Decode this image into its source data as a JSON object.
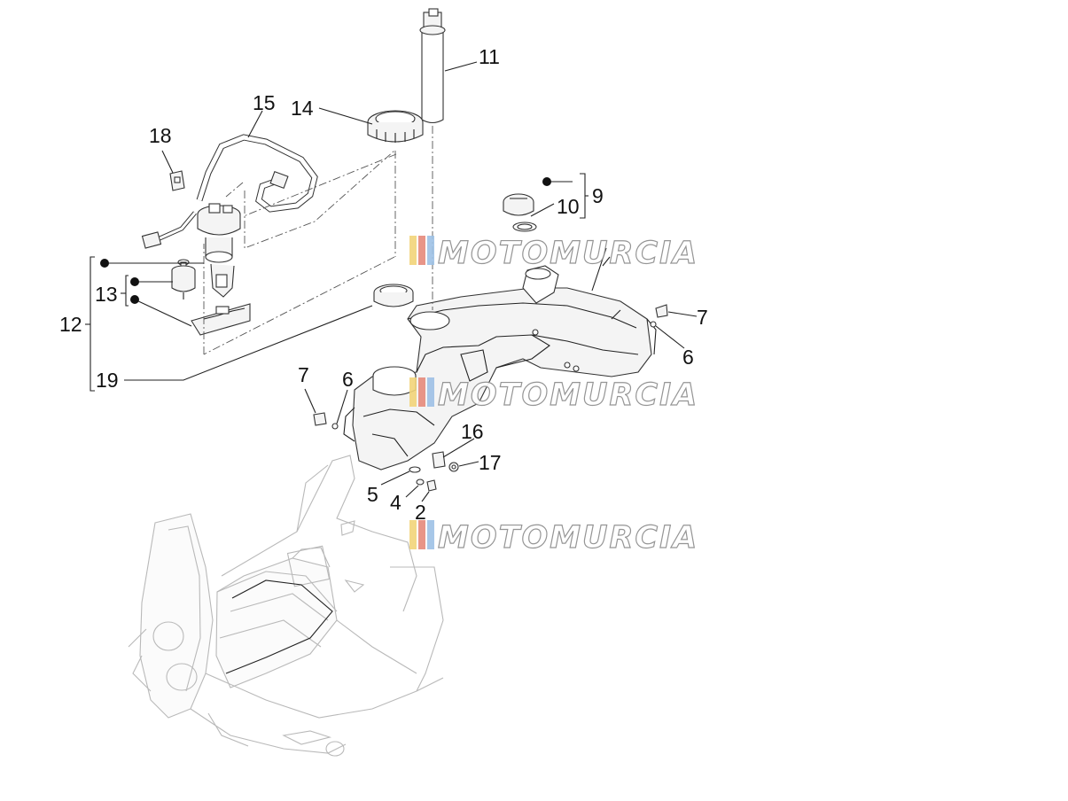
{
  "watermark": {
    "text": "MOTOMURCIA",
    "stripe_colors": [
      "#f2d479",
      "#e68a7c",
      "#9ec1e6"
    ]
  },
  "callouts": {
    "n2": "2",
    "n4": "4",
    "n5": "5",
    "n6a": "6",
    "n6b": "6",
    "n7a": "7",
    "n7b": "7",
    "n9": "9",
    "n10": "10",
    "n11": "11",
    "n12": "12",
    "n13": "13",
    "n14": "14",
    "n15": "15",
    "n16": "16",
    "n17": "17",
    "n18": "18",
    "n19": "19"
  },
  "colors": {
    "line": "#222222",
    "frame": "#b9b9b9",
    "background": "#ffffff"
  }
}
